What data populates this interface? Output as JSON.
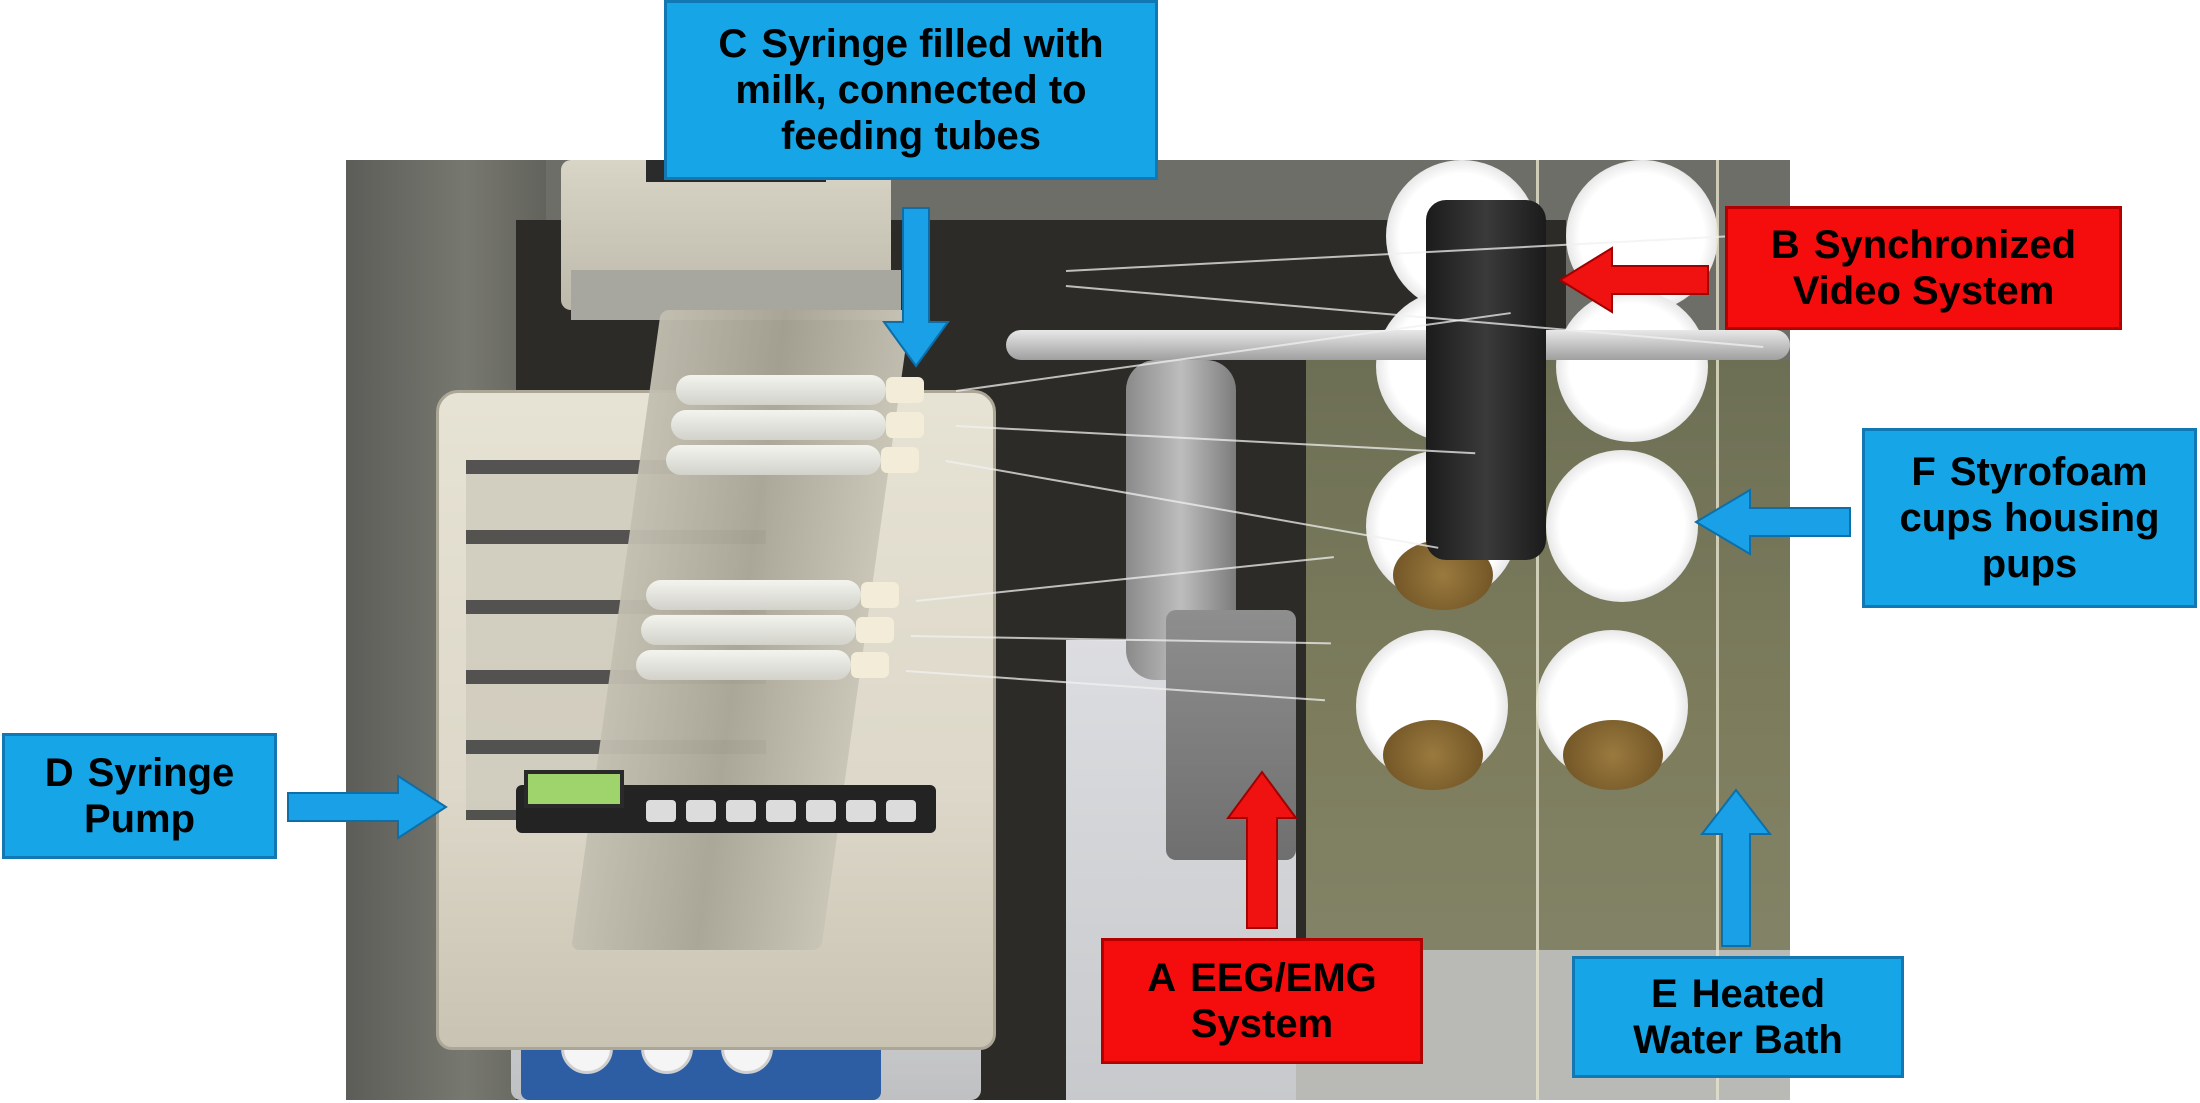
{
  "colors": {
    "callout_blue": "#16a6e8",
    "callout_red": "#f50d0d",
    "arrow_blue": "#1aa0e6",
    "arrow_red": "#f01111"
  },
  "callouts": {
    "a": {
      "letter": "A",
      "line1": "EEG/EMG",
      "line2": "System",
      "color": "red"
    },
    "b": {
      "letter": "B",
      "line1": "Synchronized",
      "line2": "Video System",
      "color": "red"
    },
    "c": {
      "letter": "C",
      "line1": "Syringe filled with",
      "line2": "milk, connected to",
      "line3": "feeding tubes",
      "color": "blue"
    },
    "d": {
      "letter": "D",
      "line1": "Syringe",
      "line2": "Pump",
      "color": "blue"
    },
    "e": {
      "letter": "E",
      "line1": "Heated",
      "line2": "Water Bath",
      "color": "blue"
    },
    "f": {
      "letter": "F",
      "line1": "Styrofoam",
      "line2": "cups housing",
      "line3": "pups",
      "color": "blue"
    }
  }
}
